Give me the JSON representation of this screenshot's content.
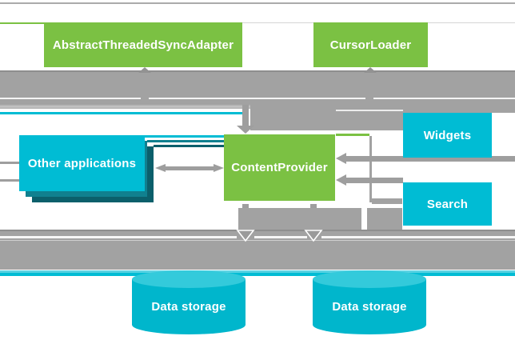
{
  "diagram": {
    "nodes": {
      "sync_adapter": {
        "label": "AbstractThreadedSyncAdapter"
      },
      "cursor_loader": {
        "label": "CursorLoader"
      },
      "other_applications": {
        "label": "Other applications"
      },
      "content_provider": {
        "label": "ContentProvider"
      },
      "widgets": {
        "label": "Widgets"
      },
      "search": {
        "label": "Search"
      },
      "data_storage_left": {
        "label": "Data storage"
      },
      "data_storage_right": {
        "label": "Data storage"
      }
    },
    "colors": {
      "green": "#7bc143",
      "cyan": "#00bcd4",
      "cyan_light": "#5ad2e2",
      "cyan_cylinder_top": "#33cadb",
      "cyan_cylinder_body": "#00b6cc",
      "teal_shadow": "#10808f",
      "teal_shadow_dark": "#0b5f6b",
      "gray_band": "#a2a2a2",
      "gray_arrow": "#9e9e9e",
      "gray_light": "#b6b6b6",
      "text": "#ffffff",
      "background": "#ffffff"
    }
  }
}
